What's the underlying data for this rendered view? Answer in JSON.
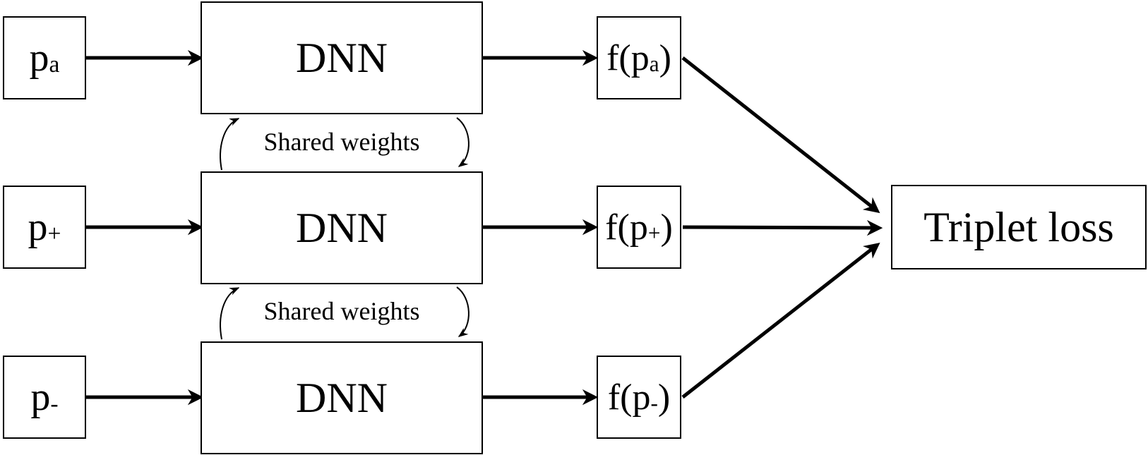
{
  "inputs": {
    "anchor": {
      "base": "p",
      "sub": "a"
    },
    "positive": {
      "base": "p",
      "sub": "+"
    },
    "negative": {
      "base": "p",
      "sub": "-"
    }
  },
  "networks": {
    "top": "DNN",
    "middle": "DNN",
    "bottom": "DNN"
  },
  "embeddings": {
    "anchor": {
      "prefix": "f(p",
      "sub": "a",
      "suffix": ")"
    },
    "positive": {
      "prefix": "f(p",
      "sub": "+",
      "suffix": ")"
    },
    "negative": {
      "prefix": "f(p",
      "sub": "-",
      "suffix": ")"
    }
  },
  "shared_weights": {
    "upper": "Shared weights",
    "lower": "Shared weights"
  },
  "loss": "Triplet loss"
}
